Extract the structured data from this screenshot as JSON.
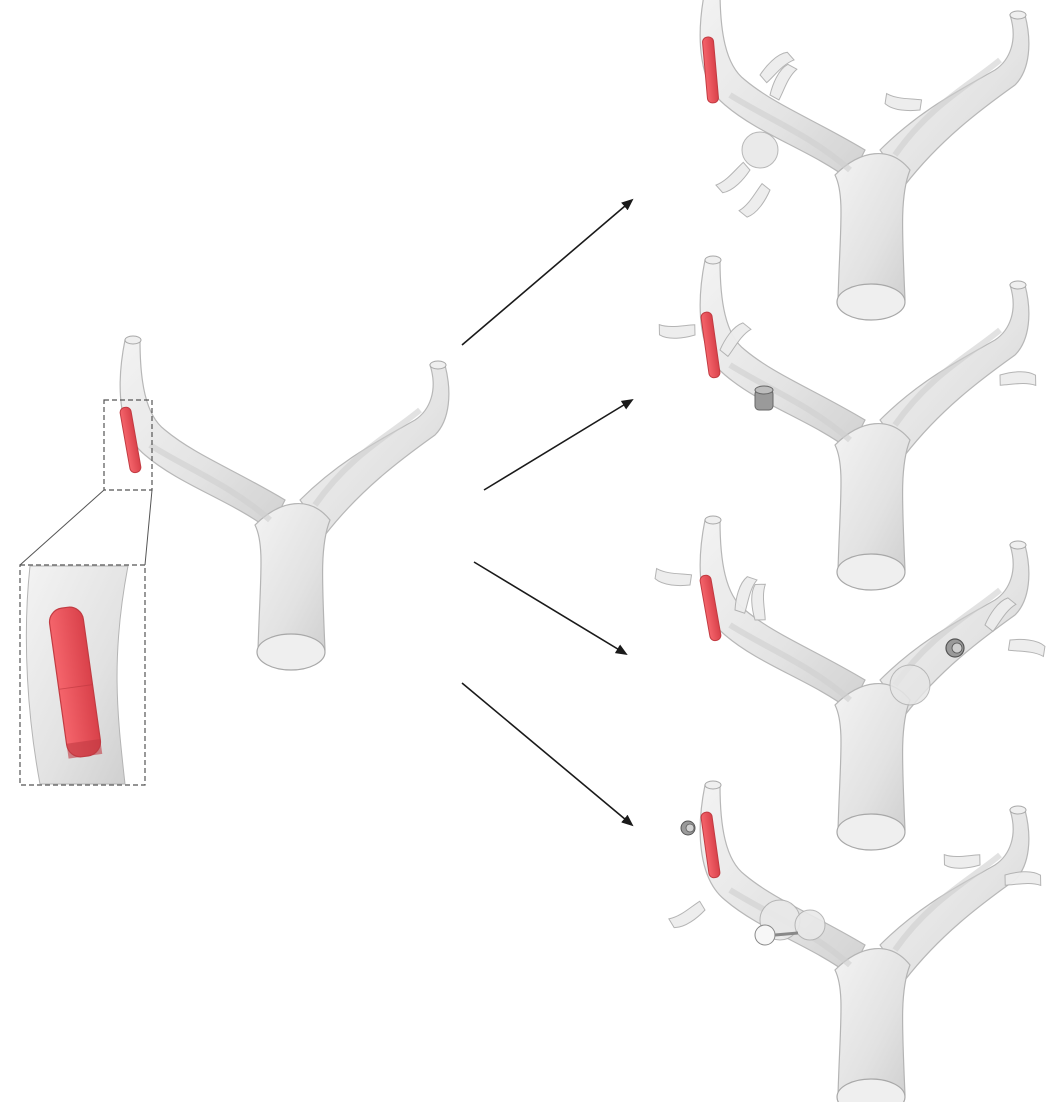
{
  "figure": {
    "description_visible_text": "",
    "colors": {
      "vessel_fill": "#e6e6e6",
      "vessel_stroke": "#b4b4b4",
      "vessel_shade": "#cfcfcf",
      "device": "#f0525a",
      "device_dark": "#c23b42",
      "arrow": "#1a1a1a",
      "inset_border": "#555555"
    },
    "source_model": {
      "name": "input-vessel-with-device",
      "has_inset_zoom": true
    },
    "variants": [
      {
        "id": "variant-1",
        "features": [
          "branch-stubs-left",
          "branch-stubs-right"
        ]
      },
      {
        "id": "variant-2",
        "features": [
          "branch-stubs-left",
          "small-cylinder",
          "branch-stubs-right"
        ]
      },
      {
        "id": "variant-3",
        "features": [
          "branch-stubs-left",
          "small-ring",
          "branch-stubs-right"
        ]
      },
      {
        "id": "variant-4",
        "features": [
          "small-ring",
          "sphere-pair",
          "branch-stubs-right"
        ]
      }
    ],
    "arrows_count": 4
  }
}
